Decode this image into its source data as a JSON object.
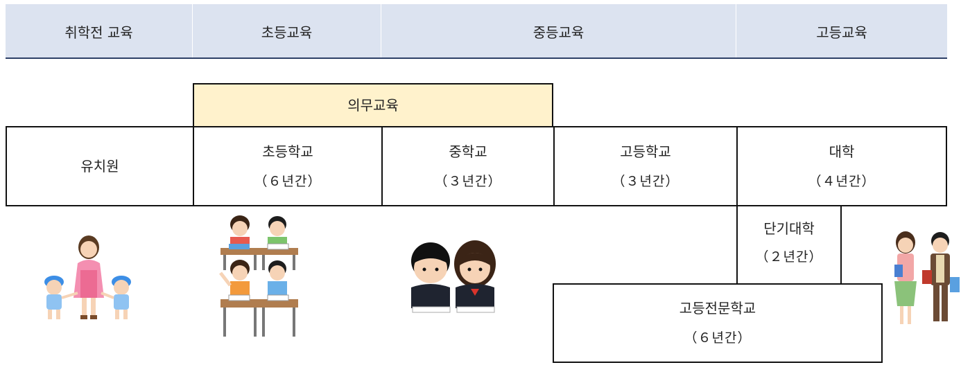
{
  "header": {
    "col1": "취학전 교육",
    "col2": "초등교육",
    "col3": "중등교육",
    "col4": "고등교육"
  },
  "compulsory_label": "의무교육",
  "schools": {
    "kindergarten": "유치원",
    "elementary": {
      "name": "초등학교",
      "duration": "（６년간）"
    },
    "middle": {
      "name": "중학교",
      "duration": "（３년간）"
    },
    "high": {
      "name": "고등학교",
      "duration": "（３년간）"
    },
    "university": {
      "name": "대학",
      "duration": "（４년간）"
    },
    "junior_college": {
      "name": "단기대학",
      "duration": "（２년간）"
    },
    "technical_college": {
      "name": "고등전문학교",
      "duration": "（６년간）"
    }
  },
  "colors": {
    "header_bg": "#dce3f0",
    "header_rule": "#2d3f66",
    "compulsory_bg": "#fff2cc",
    "border": "#111111"
  }
}
